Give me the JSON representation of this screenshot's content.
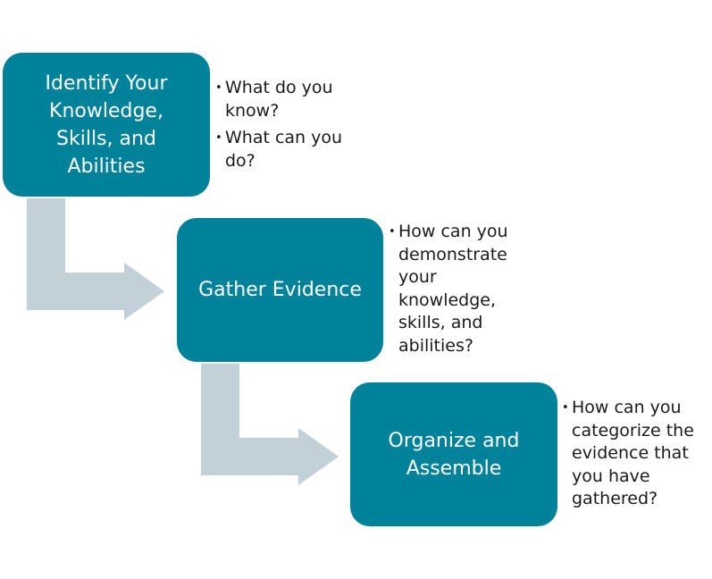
{
  "steps": [
    {
      "label": "Identify Your\nKnowledge,\nSkills, and\nAbilities",
      "bullets": [
        "What do you\nknow?",
        "What can you\ndo?"
      ]
    },
    {
      "label": "Gather Evidence",
      "bullets": [
        "How can you\ndemonstrate\nyour\nknowledge,\nskills, and\nabilities?"
      ]
    },
    {
      "label": "Organize and\nAssemble",
      "bullets": [
        "How can you\ncategorize the\nevidence that\nyou have\ngathered?"
      ]
    }
  ],
  "colors": {
    "box": "#00829a",
    "arrow": "#c2d1d8",
    "text_on_box": "#ffffff",
    "bullet_text": "#1a1a1a"
  }
}
